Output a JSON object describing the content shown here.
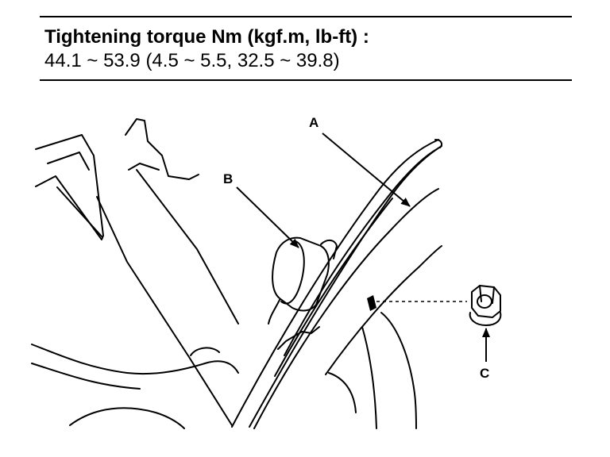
{
  "spec": {
    "heading": "Tightening torque Nm (kgf.m, lb-ft) :",
    "value": "44.1 ~ 53.9 (4.5 ~ 5.5, 32.5 ~ 39.8)"
  },
  "callouts": {
    "a": "A",
    "b": "B",
    "c": "C"
  }
}
